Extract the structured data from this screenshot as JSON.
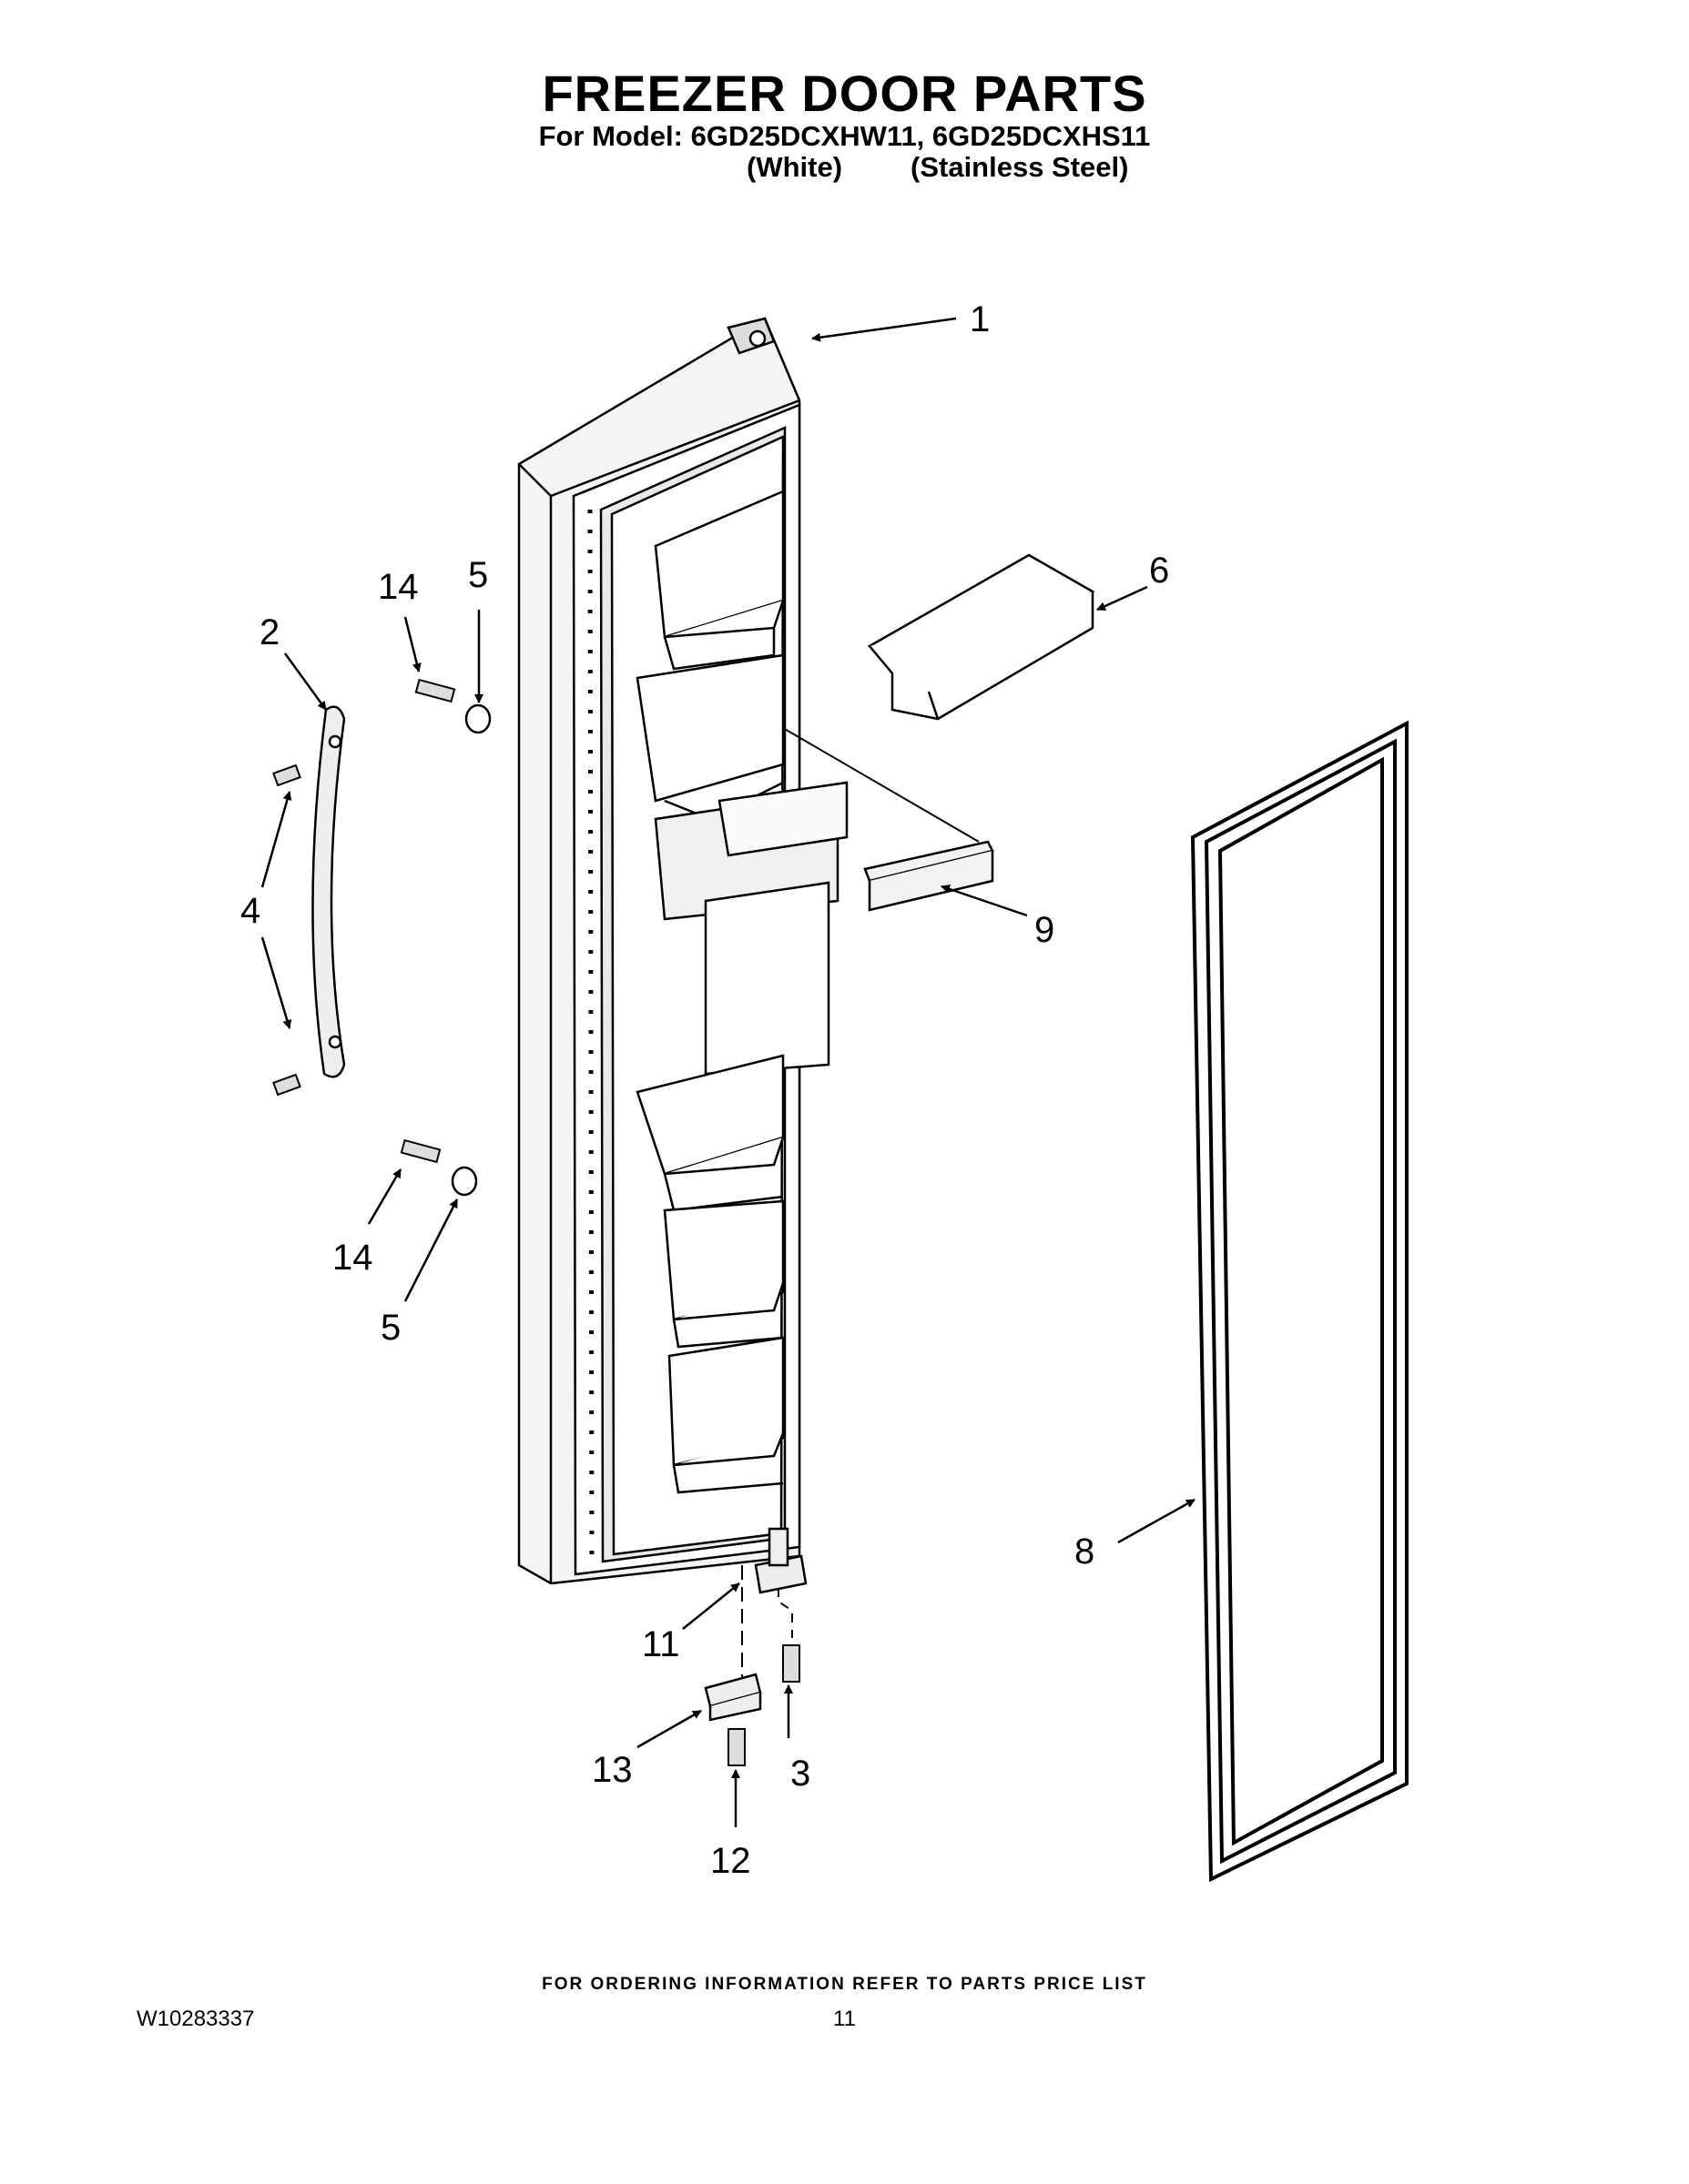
{
  "header": {
    "title": "FREEZER DOOR PARTS",
    "model_line": "For Model: 6GD25DCXHW11, 6GD25DCXHS11",
    "variant_white": "(White)",
    "variant_stainless": "(Stainless Steel)"
  },
  "callouts": [
    "1",
    "2",
    "3",
    "4",
    "5",
    "5",
    "6",
    "8",
    "9",
    "11",
    "12",
    "13",
    "14",
    "14"
  ],
  "footer": {
    "ordering_note": "FOR ORDERING INFORMATION REFER TO PARTS PRICE LIST",
    "document_number": "W10283337",
    "page_number": "11"
  }
}
